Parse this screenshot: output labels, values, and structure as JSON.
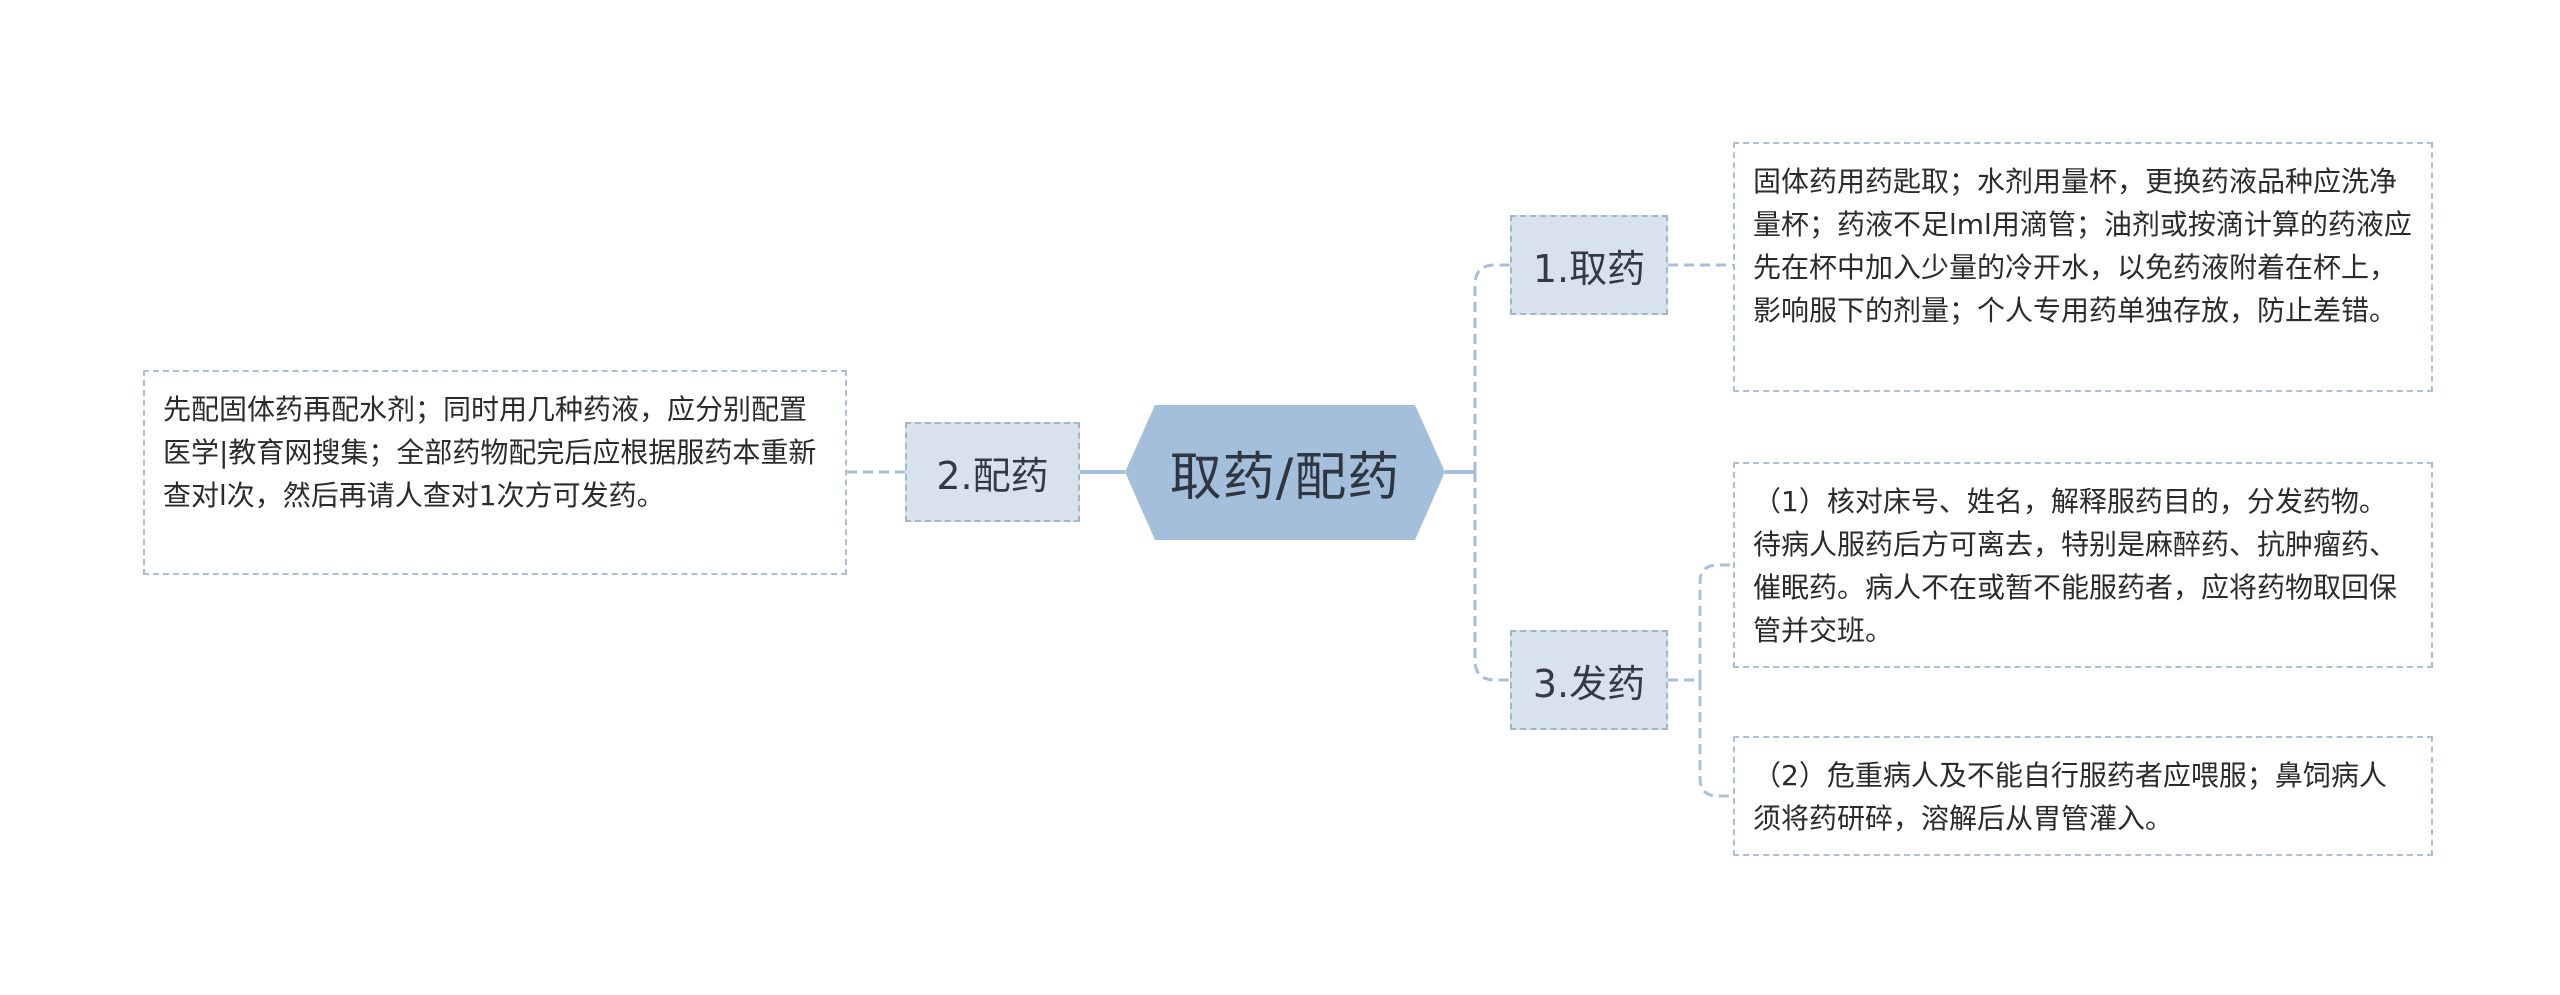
{
  "central": {
    "title": "取药/配药"
  },
  "branches": [
    {
      "id": "b1",
      "label": "1.取药"
    },
    {
      "id": "b2",
      "label": "2.配药"
    },
    {
      "id": "b3",
      "label": "3.发药"
    }
  ],
  "leaves": [
    {
      "id": "l1",
      "text": "固体药用药匙取；水剂用量杯，更换药液品种应洗净量杯；药液不足lml用滴管；油剂或按滴计算的药液应先在杯中加入少量的冷开水，以免药液附着在杯上，影响服下的剂量；个人专用药单独存放，防止差错。"
    },
    {
      "id": "l2",
      "text": "先配固体药再配水剂；同时用几种药液，应分别配置医学|教育网搜集；全部药物配完后应根据服药本重新查对l次，然后再请人查对1次方可发药。"
    },
    {
      "id": "l3",
      "text": "（1）核对床号、姓名，解释服药目的，分发药物。待病人服药后方可离去，特别是麻醉药、抗肿瘤药、催眠药。病人不在或暂不能服药者，应将药物取回保管并交班。"
    },
    {
      "id": "l4",
      "text": "（2）危重病人及不能自行服药者应喂服；鼻饲病人须将药研碎，溶解后从胃管灌入。"
    }
  ],
  "colors": {
    "central_fill": "#a3bfdc",
    "branch_fill": "#d8e2ec",
    "branch_border": "#9db7cf",
    "leaf_border": "#a9c1d8",
    "connector": "#a3bfdc"
  }
}
